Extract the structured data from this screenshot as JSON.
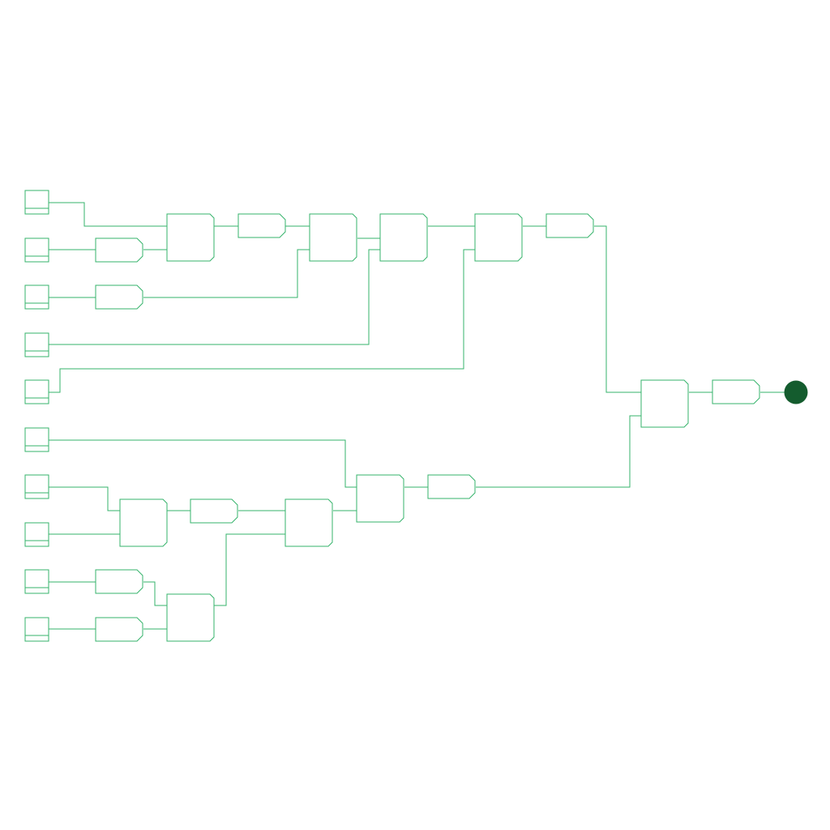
{
  "colors": {
    "line": "#35b36b",
    "output": "#145c2e",
    "background": "#ffffff"
  },
  "diagram": {
    "type": "logic-tree",
    "inputs": [
      {
        "id": "in1"
      },
      {
        "id": "in2"
      },
      {
        "id": "in3"
      },
      {
        "id": "in4"
      },
      {
        "id": "in5"
      },
      {
        "id": "in6"
      },
      {
        "id": "in7"
      },
      {
        "id": "in8"
      },
      {
        "id": "in9"
      },
      {
        "id": "in10"
      }
    ],
    "gates": [
      {
        "id": "g1",
        "kind": "combine",
        "inputs": [
          "in1",
          "b2"
        ]
      },
      {
        "id": "g2",
        "kind": "combine",
        "inputs": [
          "b4",
          "b3"
        ]
      },
      {
        "id": "g3",
        "kind": "combine",
        "inputs": [
          "g2",
          "in4"
        ]
      },
      {
        "id": "g4",
        "kind": "combine",
        "inputs": [
          "g3",
          "in5"
        ]
      },
      {
        "id": "g5",
        "kind": "combine",
        "inputs": [
          "in7",
          "in8"
        ]
      },
      {
        "id": "g6",
        "kind": "combine",
        "inputs": [
          "b9",
          "b10"
        ]
      },
      {
        "id": "g7",
        "kind": "combine",
        "inputs": [
          "b6",
          "g6"
        ]
      },
      {
        "id": "g8",
        "kind": "combine",
        "inputs": [
          "in6",
          "g7"
        ]
      },
      {
        "id": "g9",
        "kind": "combine",
        "inputs": [
          "b5",
          "b7"
        ]
      }
    ],
    "buffers": [
      {
        "id": "b2",
        "input": "in2"
      },
      {
        "id": "b3",
        "input": "in3"
      },
      {
        "id": "b4",
        "input": "g1"
      },
      {
        "id": "b5",
        "input": "g4"
      },
      {
        "id": "b6",
        "input": "g5"
      },
      {
        "id": "b7",
        "input": "g8"
      },
      {
        "id": "b8",
        "input": "g9"
      },
      {
        "id": "b9",
        "input": "in9"
      },
      {
        "id": "b10",
        "input": "in10"
      }
    ],
    "output": {
      "id": "out",
      "input": "b8"
    }
  }
}
